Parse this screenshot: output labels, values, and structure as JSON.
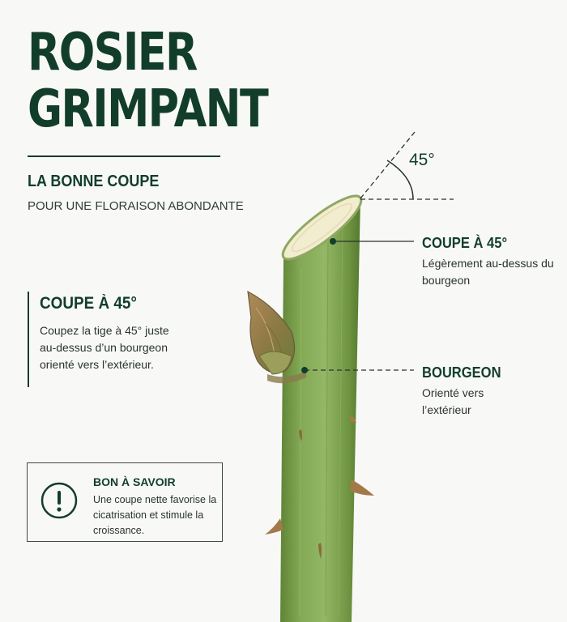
{
  "title": {
    "line1": "ROSIER",
    "line2": "GRIMPANT"
  },
  "subtitle": "LA BONNE COUPE",
  "tagline": "POUR UNE FLORAISON ABONDANTE",
  "left_note": {
    "title": "COUPE À 45°",
    "text": "Coupez la tige à 45° juste au-dessus d’un bourgeon orienté vers l’extérieur."
  },
  "angle_label": "45°",
  "callouts": {
    "cut": {
      "title": "COUPE À 45°",
      "text": "Légèrement au-dessus du bourgeon"
    },
    "bud": {
      "title": "BOURGEON",
      "text": "Orienté vers l’extérieur"
    }
  },
  "tip": {
    "title": "BON À SAVOIR",
    "text": "Une coupe nette favorise la cicatrisation et stimule la croissance.",
    "icon": "exclamation-circle-icon"
  },
  "colors": {
    "primary": "#123d2b",
    "stem": "#7fa452",
    "stem_dark": "#5d8036",
    "cut_face": "#f2edcf",
    "bud": "#9a7450"
  }
}
